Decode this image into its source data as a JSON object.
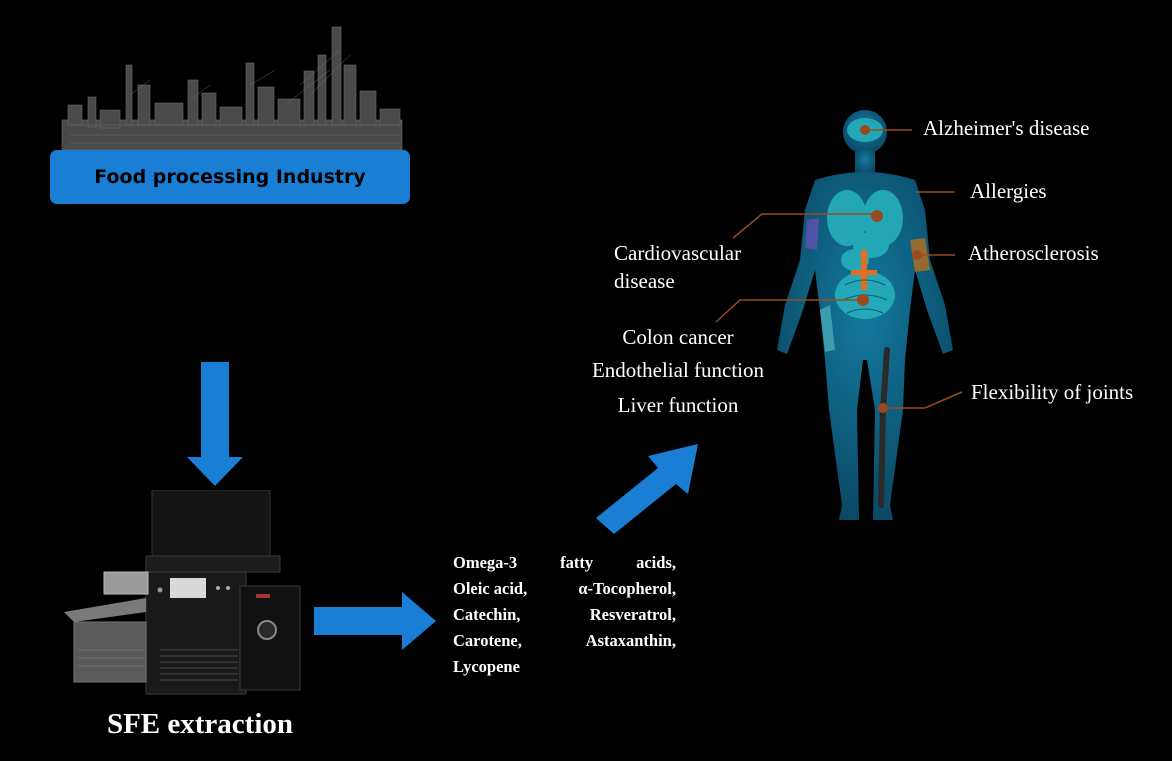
{
  "industry": {
    "label": "Food processing Industry",
    "icon": "refinery-silhouette-icon"
  },
  "extraction": {
    "label": "SFE extraction",
    "icon": "sfe-instrument-icon"
  },
  "compounds": {
    "lines": [
      [
        "Omega-3",
        "fatty",
        "acids,"
      ],
      [
        "Oleic acid,",
        "α-Tocopherol,"
      ],
      [
        "Catechin,",
        "Resveratrol,"
      ],
      [
        "Carotene,",
        "Astaxanthin,"
      ]
    ],
    "last": "Lycopene"
  },
  "benefits": {
    "cardiovascular": [
      "Cardiovascular",
      "disease"
    ],
    "colon": "Colon cancer",
    "endothelial": "Endothelial function",
    "liver": "Liver function",
    "alzheimers": "Alzheimer's disease",
    "allergies": "Allergies",
    "atherosclerosis": "Atherosclerosis",
    "joints": "Flexibility of joints"
  },
  "colors": {
    "arrow": "#1a7fd4",
    "banner": "#1a7fd4",
    "body": "#0f5e7e",
    "organ": "#27b3bf",
    "leader": "#9a4a20"
  }
}
